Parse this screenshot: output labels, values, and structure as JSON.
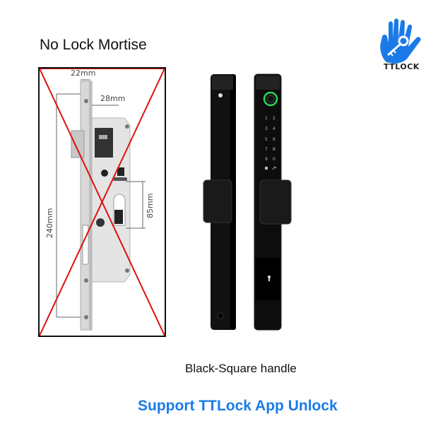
{
  "header": {
    "title": "No Lock Mortise",
    "brand": "TTLOCK",
    "brand_color": "#1a7be8"
  },
  "mortise": {
    "dimensions": {
      "width_faceplate": "22mm",
      "backset": "28mm",
      "height": "240mm",
      "center_distance": "85mm"
    },
    "cross_color": "#e01010",
    "status": "excluded"
  },
  "product": {
    "caption": "Black-Square handle",
    "keypad": [
      "1",
      "2",
      "3",
      "4",
      "5",
      "6",
      "7",
      "8",
      "9",
      "0"
    ]
  },
  "footer": {
    "text": "Support TTLock App Unlock",
    "color": "#1a7be8"
  }
}
